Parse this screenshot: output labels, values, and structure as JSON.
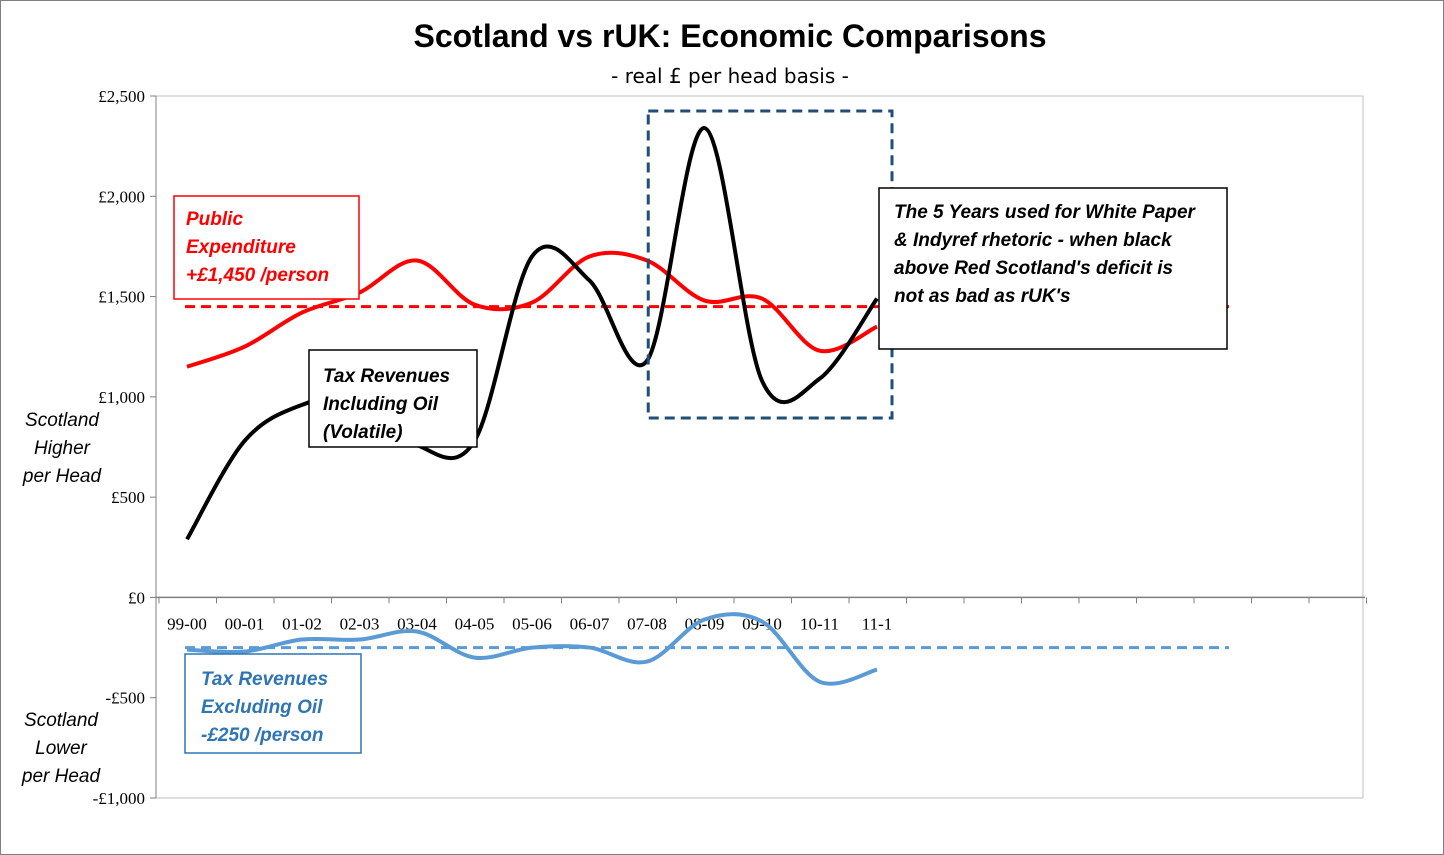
{
  "chart_data": {
    "type": "line",
    "title": "Scotland vs rUK: Economic Comparisons",
    "subtitle": "- real £ per head basis -",
    "categories": [
      "99-00",
      "00-01",
      "01-02",
      "02-03",
      "03-04",
      "04-05",
      "05-06",
      "06-07",
      "07-08",
      "08-09",
      "09-10",
      "10-11",
      "11-12"
    ],
    "category_display": [
      "99-00",
      "00-01",
      "01-02",
      "02-03",
      "03-04",
      "04-05",
      "05-06",
      "06-07",
      "07-08",
      "08-09",
      "09-10",
      "10-11",
      "11-1"
    ],
    "ylim": [
      -1000,
      2500
    ],
    "yticks": [
      {
        "value": 2500,
        "label": "£2,500"
      },
      {
        "value": 2000,
        "label": "£2,000"
      },
      {
        "value": 1500,
        "label": "£1,500"
      },
      {
        "value": 1000,
        "label": "£1,000"
      },
      {
        "value": 500,
        "label": "£500"
      },
      {
        "value": 0,
        "label": "£0"
      },
      {
        "value": -500,
        "label": "-£500"
      },
      {
        "value": -1000,
        "label": "-£1,000"
      }
    ],
    "series": [
      {
        "key": "public_expenditure",
        "color": "#ff0000",
        "values": [
          1150,
          1250,
          1420,
          1520,
          1680,
          1460,
          1470,
          1700,
          1680,
          1480,
          1490,
          1230,
          1350
        ]
      },
      {
        "key": "tax_incl_oil",
        "color": "#000000",
        "values": [
          290,
          780,
          960,
          1000,
          760,
          780,
          1700,
          1580,
          1180,
          2340,
          1080,
          1090,
          1490
        ]
      },
      {
        "key": "tax_excl_oil",
        "color": "#5b9bd5",
        "values": [
          -260,
          -270,
          -210,
          -210,
          -170,
          -300,
          -250,
          -250,
          -320,
          -110,
          -120,
          -420,
          -360
        ]
      }
    ],
    "reference_lines": [
      {
        "key": "public_expenditure_avg",
        "value": 1450,
        "color": "#ff0000"
      },
      {
        "key": "tax_excl_oil_avg",
        "value": -250,
        "color": "#5b9bd5"
      }
    ],
    "highlight_range": {
      "from": "07-08",
      "to": "11-12",
      "color": "#1f4e79"
    },
    "side_labels": {
      "higher": [
        "Scotland",
        "Higher",
        "per Head"
      ],
      "lower": [
        "Scotland",
        "Lower",
        "per Head"
      ]
    },
    "annotations": [
      {
        "key": "public_expenditure",
        "lines": [
          "Public",
          "Expenditure",
          "+£1,450 /person"
        ],
        "color": "#ff0000"
      },
      {
        "key": "tax_incl_oil",
        "lines": [
          "Tax Revenues",
          "Including  Oil",
          "(Volatile)"
        ],
        "color": "#000000"
      },
      {
        "key": "tax_excl_oil",
        "lines": [
          "Tax Revenues",
          "Excluding Oil",
          "-£250 /person"
        ],
        "color": "#2e75b6"
      },
      {
        "key": "white_paper",
        "lines": [
          "The 5 Years used for White Paper",
          "& Indyref rhetoric - when black",
          "above Red Scotland's deficit is",
          "not as bad as rUK's"
        ],
        "color": "#000000"
      }
    ]
  }
}
